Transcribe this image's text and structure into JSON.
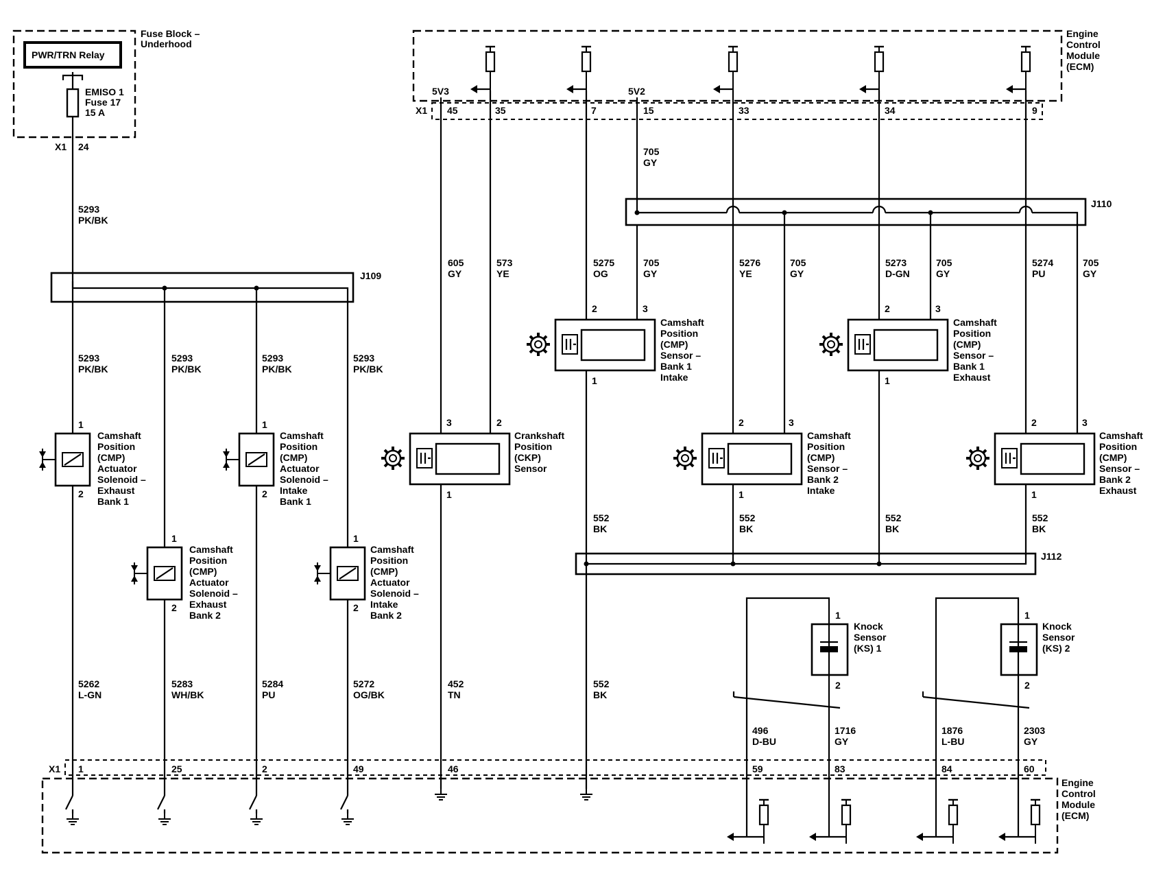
{
  "fuse_block": {
    "label_line1": "Fuse Block –",
    "label_line2": "Underhood",
    "relay": "PWR/TRN Relay",
    "fuse_l1": "EMISO 1",
    "fuse_l2": "Fuse 17",
    "fuse_l3": "15 A",
    "conn": "X1",
    "pin": "24"
  },
  "ecm_label": {
    "l1": "Engine",
    "l2": "Control",
    "l3": "Module",
    "l4": "(ECM)"
  },
  "refs": {
    "5v3": "5V3",
    "5v2": "5V2"
  },
  "top_conn": {
    "name": "X1",
    "pins": [
      "45",
      "35",
      "7",
      "15",
      "33",
      "34",
      "9"
    ]
  },
  "bottom_conn": {
    "name": "X1",
    "pins": [
      "1",
      "25",
      "2",
      "49",
      "46",
      "59",
      "83",
      "84",
      "60"
    ]
  },
  "splices": {
    "j109": "J109",
    "j110": "J110",
    "j112": "J112"
  },
  "wires": {
    "w_fuse": [
      "5293",
      "PK/BK"
    ],
    "w_s1": [
      "5293",
      "PK/BK"
    ],
    "w_s2": [
      "5293",
      "PK/BK"
    ],
    "w_s3": [
      "5293",
      "PK/BK"
    ],
    "w_s4": [
      "5293",
      "PK/BK"
    ],
    "w_b1": [
      "5262",
      "L-GN"
    ],
    "w_b2": [
      "5283",
      "WH/BK"
    ],
    "w_b3": [
      "5284",
      "PU"
    ],
    "w_b4": [
      "5272",
      "OG/BK"
    ],
    "w_605": [
      "605",
      "GY"
    ],
    "w_573": [
      "573",
      "YE"
    ],
    "w_452": [
      "452",
      "TN"
    ],
    "w_5275": [
      "5275",
      "OG"
    ],
    "w_705top": [
      "705",
      "GY"
    ],
    "w_705a": [
      "705",
      "GY"
    ],
    "w_5276": [
      "5276",
      "YE"
    ],
    "w_705b": [
      "705",
      "GY"
    ],
    "w_5273": [
      "5273",
      "D-GN"
    ],
    "w_705c": [
      "705",
      "GY"
    ],
    "w_5274": [
      "5274",
      "PU"
    ],
    "w_705d": [
      "705",
      "GY"
    ],
    "w_552a": [
      "552",
      "BK"
    ],
    "w_552b": [
      "552",
      "BK"
    ],
    "w_552c": [
      "552",
      "BK"
    ],
    "w_552d": [
      "552",
      "BK"
    ],
    "w_552e": [
      "552",
      "BK"
    ],
    "w_496": [
      "496",
      "D-BU"
    ],
    "w_1716": [
      "1716",
      "GY"
    ],
    "w_1876": [
      "1876",
      "L-BU"
    ],
    "w_2303": [
      "2303",
      "GY"
    ]
  },
  "solenoids": [
    {
      "l1": "Camshaft",
      "l2": "Position",
      "l3": "(CMP)",
      "l4": "Actuator",
      "l5": "Solenoid –",
      "l6": "Exhaust",
      "l7": "Bank 1",
      "p1": "1",
      "p2": "2"
    },
    {
      "l1": "Camshaft",
      "l2": "Position",
      "l3": "(CMP)",
      "l4": "Actuator",
      "l5": "Solenoid –",
      "l6": "Exhaust",
      "l7": "Bank 2",
      "p1": "1",
      "p2": "2"
    },
    {
      "l1": "Camshaft",
      "l2": "Position",
      "l3": "(CMP)",
      "l4": "Actuator",
      "l5": "Solenoid –",
      "l6": "Intake",
      "l7": "Bank 1",
      "p1": "1",
      "p2": "2"
    },
    {
      "l1": "Camshaft",
      "l2": "Position",
      "l3": "(CMP)",
      "l4": "Actuator",
      "l5": "Solenoid –",
      "l6": "Intake",
      "l7": "Bank 2",
      "p1": "1",
      "p2": "2"
    }
  ],
  "sensors": {
    "ckp": {
      "l1": "Crankshaft",
      "l2": "Position",
      "l3": "(CKP)",
      "l4": "Sensor",
      "pa": "3",
      "pb": "2",
      "pc": "1"
    },
    "cmp_b1_in": {
      "l1": "Camshaft",
      "l2": "Position",
      "l3": "(CMP)",
      "l4": "Sensor –",
      "l5": "Bank 1",
      "l6": "Intake",
      "pa": "2",
      "pb": "3",
      "pc": "1"
    },
    "cmp_b1_ex": {
      "l1": "Camshaft",
      "l2": "Position",
      "l3": "(CMP)",
      "l4": "Sensor –",
      "l5": "Bank 1",
      "l6": "Exhaust",
      "pa": "2",
      "pb": "3",
      "pc": "1"
    },
    "cmp_b2_in": {
      "l1": "Camshaft",
      "l2": "Position",
      "l3": "(CMP)",
      "l4": "Sensor –",
      "l5": "Bank 2",
      "l6": "Intake",
      "pa": "2",
      "pb": "3",
      "pc": "1"
    },
    "cmp_b2_ex": {
      "l1": "Camshaft",
      "l2": "Position",
      "l3": "(CMP)",
      "l4": "Sensor –",
      "l5": "Bank 2",
      "l6": "Exhaust",
      "pa": "2",
      "pb": "3",
      "pc": "1"
    }
  },
  "knock": [
    {
      "l1": "Knock",
      "l2": "Sensor",
      "l3": "(KS) 1",
      "p1": "1",
      "p2": "2"
    },
    {
      "l1": "Knock",
      "l2": "Sensor",
      "l3": "(KS) 2",
      "p1": "1",
      "p2": "2"
    }
  ]
}
